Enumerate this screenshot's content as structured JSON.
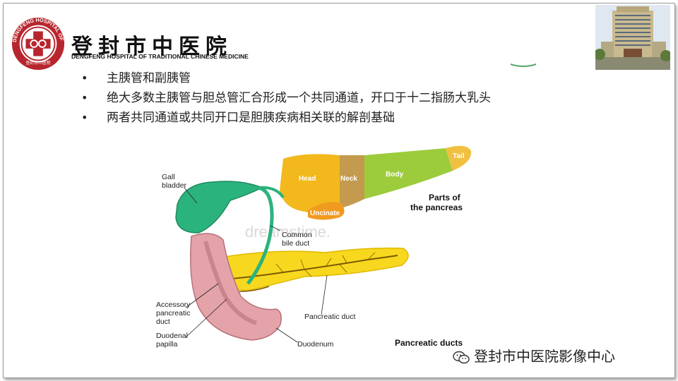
{
  "header": {
    "hospital_name_cn": "登封市中医院",
    "hospital_name_en": "DENGFENG HOSPITAL OF TRADITIONAL CHINESE MEDICINE",
    "logo_ring_text": "DENGFENG HOSPITAL OF TCM",
    "logo_inner_text": "登封市中医院"
  },
  "bullets": [
    "主胰管和副胰管",
    "绝大多数主胰管与胆总管汇合形成一个共同通道，开口于十二指肠大乳头",
    "两者共同通道或共同开口是胆胰疾病相关联的解剖基础"
  ],
  "diagram": {
    "labels": {
      "gall_bladder_1": "Gall",
      "gall_bladder_2": "bladder",
      "common_bile_duct_1": "Common",
      "common_bile_duct_2": "bile duct",
      "accessory_1": "Accessory",
      "accessory_2": "pancreatic",
      "accessory_3": "duct",
      "papilla_1": "Duodenal",
      "papilla_2": "papilla",
      "pancreatic_duct": "Pancreatic duct",
      "duodenum": "Duodenum",
      "pancreatic_ducts_title": "Pancreatic ducts",
      "parts_title_1": "Parts of",
      "parts_title_2": "the pancreas",
      "head": "Head",
      "neck": "Neck",
      "body": "Body",
      "tail": "Tail",
      "uncinate": "Uncinate",
      "stock_watermark": "dreamstime."
    },
    "colors": {
      "head": "#f2b81c",
      "neck": "#c49a4e",
      "body": "#9ccc3c",
      "tail": "#f0c040",
      "uncinate": "#f09a20",
      "gallbladder": "#2bb37e",
      "duodenum": "#e3a3a9",
      "pancreas": "#f7d81f"
    }
  },
  "footer": {
    "wechat_icon": "wechat-icon",
    "account_name": "登封市中医院影像中心"
  }
}
